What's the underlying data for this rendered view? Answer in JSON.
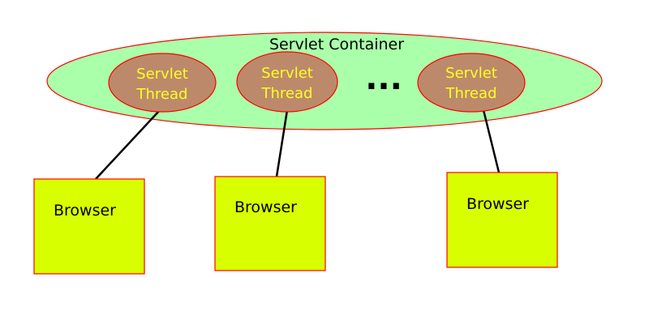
{
  "container": {
    "label": "Servlet Container",
    "fill": "#aaffaa",
    "stroke": "#ff0000"
  },
  "threads": [
    {
      "line1": "Servlet",
      "line2": "Thread"
    },
    {
      "line1": "Servlet",
      "line2": "Thread"
    },
    {
      "line1": "Servlet",
      "line2": "Thread"
    }
  ],
  "thread_style": {
    "fill": "#bc8a6a",
    "stroke": "#ff0000",
    "text_color": "#ffff22"
  },
  "ellipsis": "...",
  "browsers": [
    {
      "label": "Browser"
    },
    {
      "label": "Browser"
    },
    {
      "label": "Browser"
    }
  ],
  "browser_style": {
    "fill": "#d8ff00",
    "stroke": "#ff0000",
    "text_color": "#000000"
  },
  "connector_color": "#000000"
}
